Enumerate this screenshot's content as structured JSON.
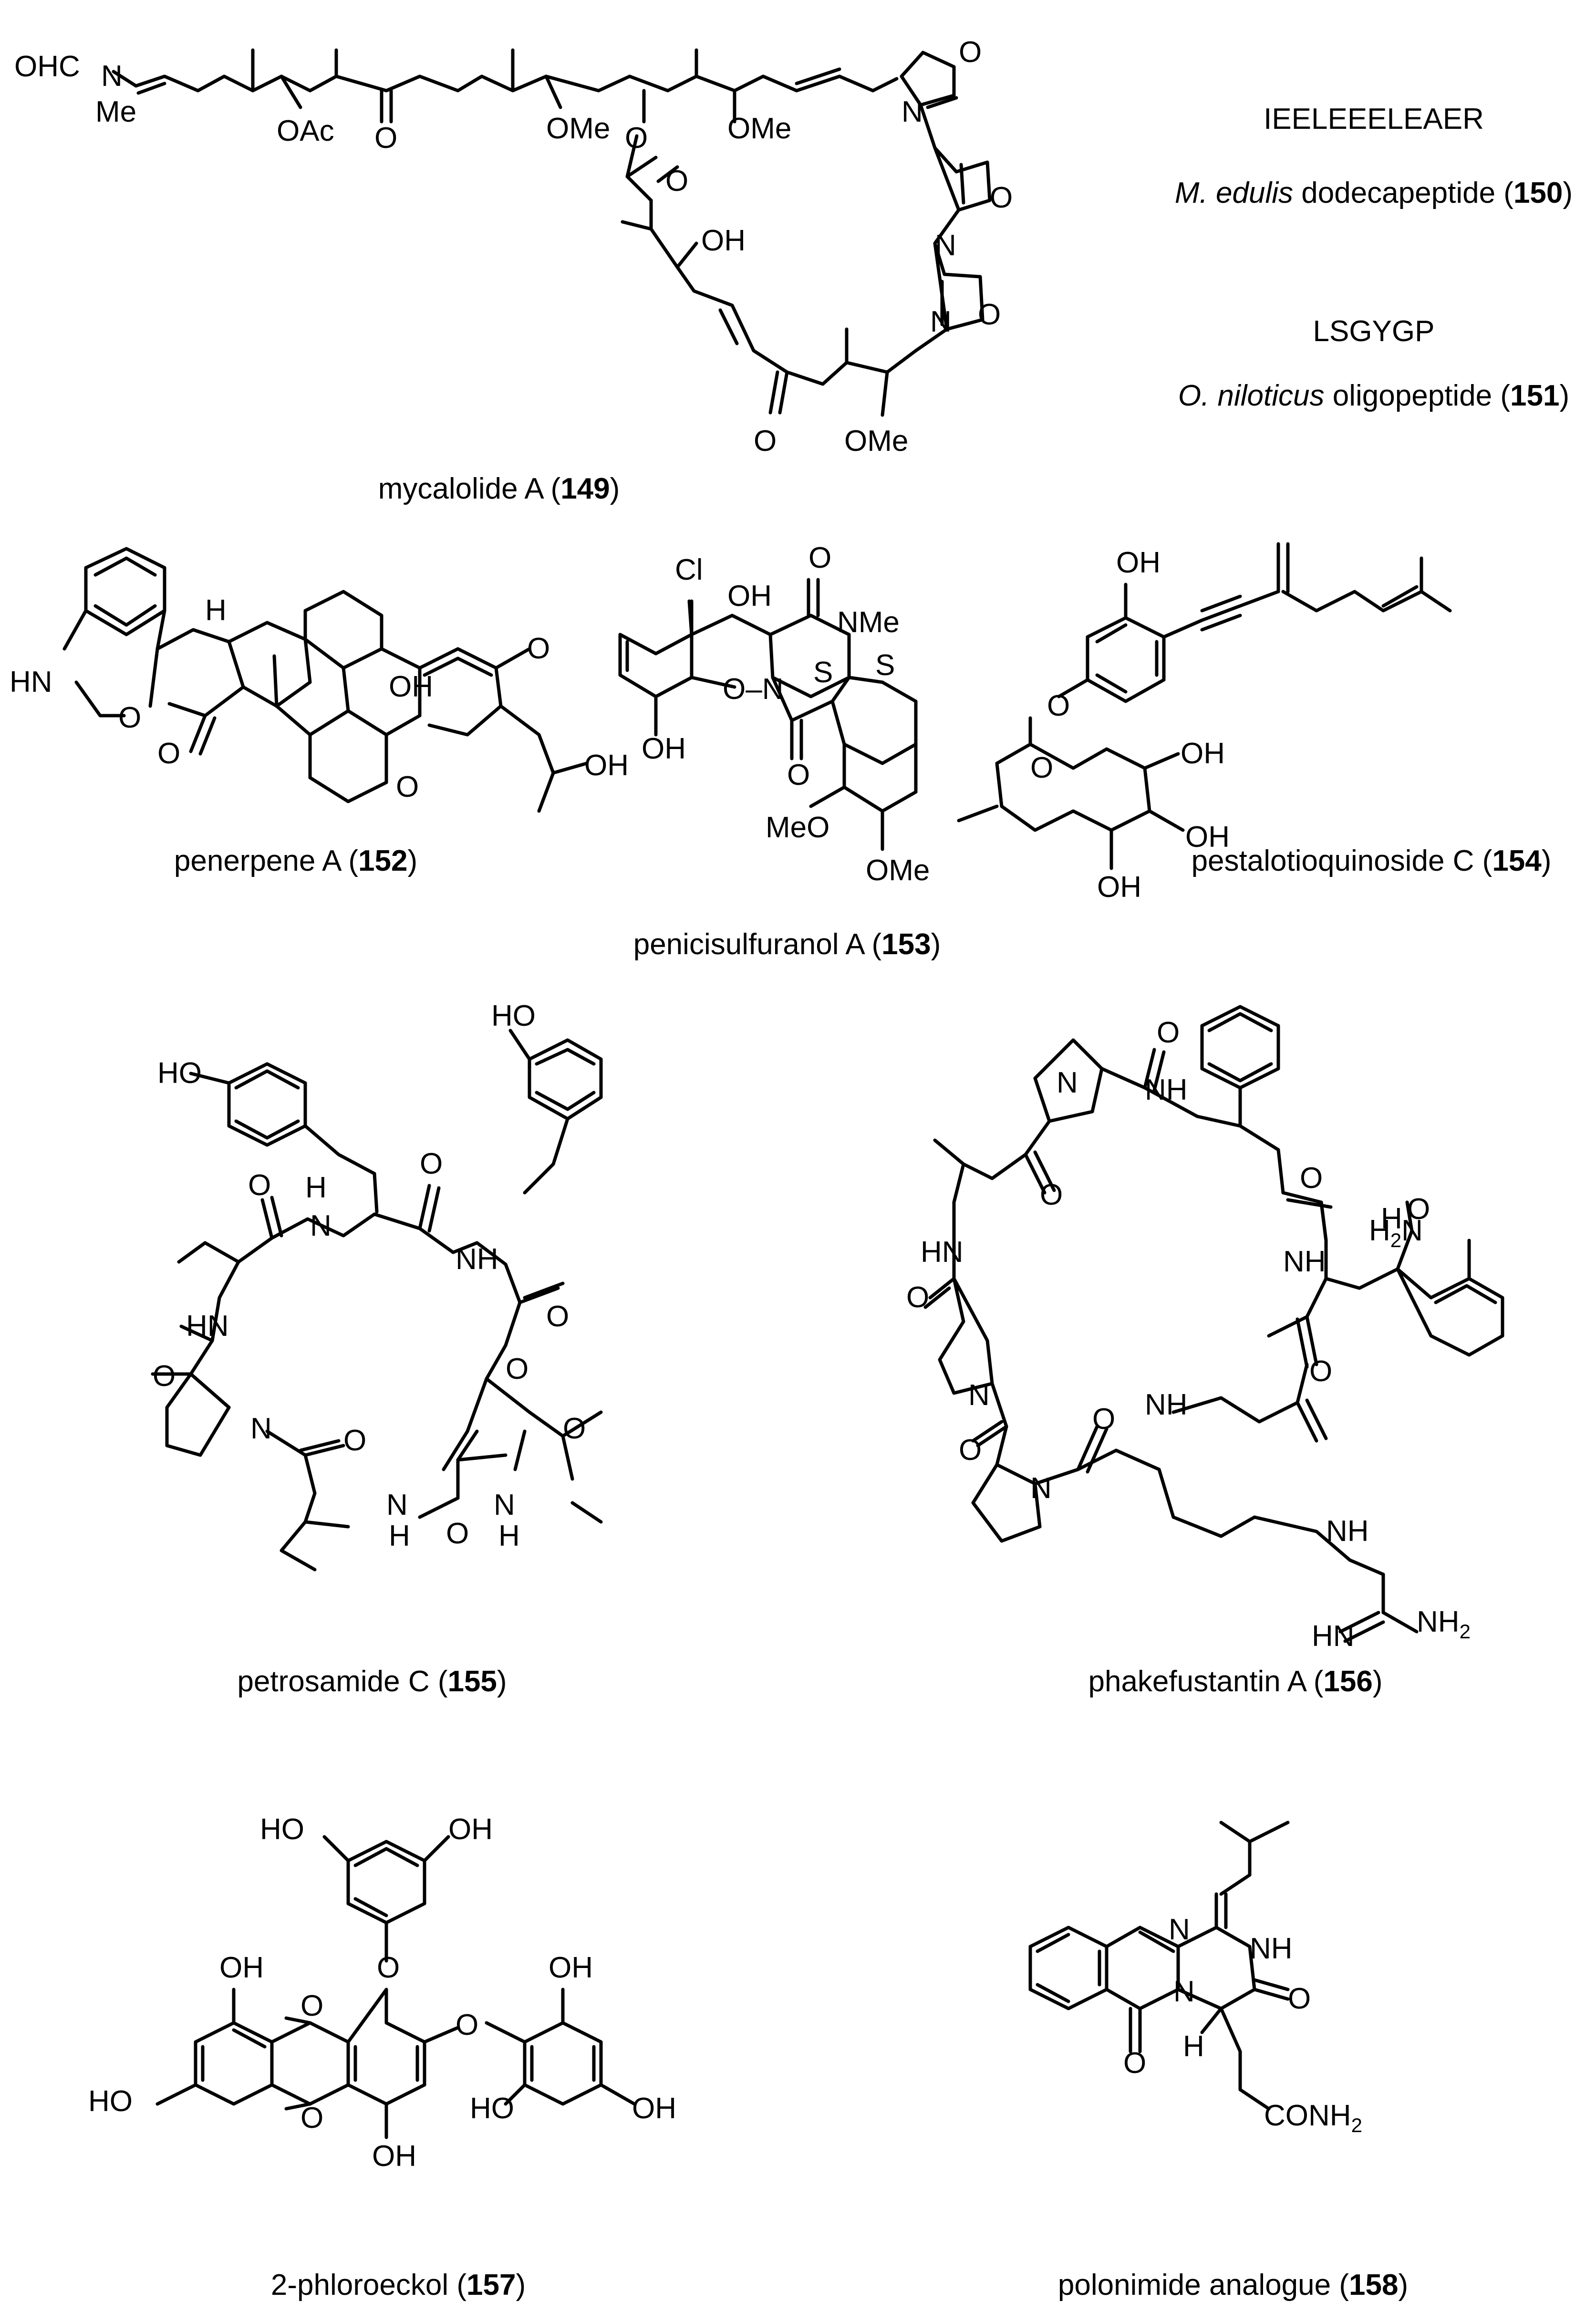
{
  "compounds": [
    {
      "name": "mycalolide A",
      "number": "149"
    },
    {
      "sequence": "IEELEEELEAER",
      "organism": "M. edulis",
      "name": "dodecapeptide",
      "number": "150"
    },
    {
      "sequence": "LSGYGP",
      "organism": "O. niloticus",
      "name": "oligopeptide",
      "number": "151"
    },
    {
      "name": "penerpene A",
      "number": "152"
    },
    {
      "name": "penicisulfuranol A",
      "number": "153"
    },
    {
      "name": "pestalotioquinoside C",
      "number": "154"
    },
    {
      "name": "petrosamide C",
      "number": "155"
    },
    {
      "name": "phakefustantin A",
      "number": "156"
    },
    {
      "name": "2-phloroeckol",
      "number": "157"
    },
    {
      "name": "polonimide analogue",
      "number": "158"
    }
  ],
  "atom_labels": {
    "OHC": "OHC",
    "N": "N",
    "Me": "Me",
    "OAc": "OAc",
    "O": "O",
    "OMe": "OMe",
    "OH": "OH",
    "HO": "HO",
    "H": "H",
    "HN": "HN",
    "NH": "NH",
    "Cl": "Cl",
    "S": "S",
    "NMe": "NMe",
    "MeO": "MeO",
    "H2N": "H",
    "NH2": "NH",
    "two": "2",
    "CONH2": "CONH"
  }
}
